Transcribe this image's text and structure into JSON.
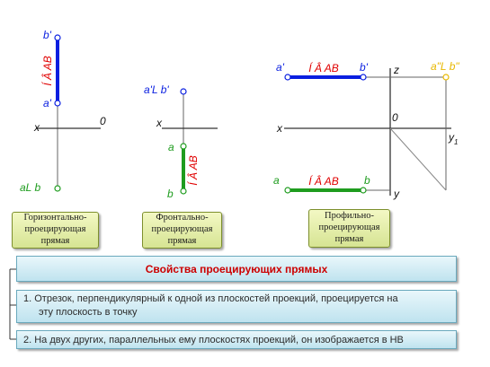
{
  "diagram1": {
    "label_b": "b'",
    "label_a": "a'",
    "proj_text": "Í Â AB",
    "label_x": "x",
    "label_0": "0",
    "label_ab": "aL b"
  },
  "diagram2": {
    "label_ab": "a'L b'",
    "label_x": "x",
    "label_a": "a",
    "label_b": "b",
    "proj_text": "Í Â AB"
  },
  "diagram3": {
    "label_a1": "a'",
    "label_b1": "b'",
    "proj_top": "Í Â AB",
    "label_z": "z",
    "label_profile": "a\"L b\"",
    "label_x": "x",
    "label_0": "0",
    "label_y1": "y",
    "label_y1_sub": "1",
    "label_a": "a",
    "label_b": "b",
    "proj_bottom": "Í Â AB",
    "label_y": "y"
  },
  "captions": {
    "horizontal": [
      "Горизонтально-",
      "проецирующая",
      "прямая"
    ],
    "frontal": [
      "Фронтально-",
      "проецирующая",
      "прямая"
    ],
    "profile": [
      "Профильно-",
      "проецирующая",
      "прямая"
    ]
  },
  "properties": {
    "title": "Свойства проецирующих прямых",
    "item1_line1": "1. Отрезок, перпендикулярный к одной из плоскостей проекций, проецируется на",
    "item1_line2": "эту плоскость в точку",
    "item2": "2. На двух других, параллельных ему плоскостях проекций, он изображается в НВ"
  },
  "colors": {
    "blue": "#0a1fe0",
    "red": "#e00000",
    "green": "#1e9c1e",
    "yellow": "#e8b800",
    "line": "#444444"
  }
}
